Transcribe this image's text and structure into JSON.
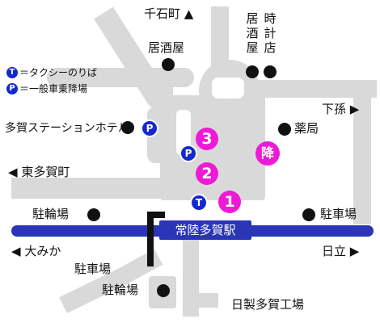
{
  "station_name": "常陸多賀駅",
  "directions": {
    "north": "千石町",
    "west_upper": "東多賀町",
    "west_lower": "大みか",
    "east_upper": "下孫",
    "east_lower": "日立"
  },
  "landmarks": {
    "izakaya": "居酒屋",
    "clock_shop": "時計店",
    "izakaya_2": "居酒屋",
    "hotel": "多賀ステーションホテル",
    "pharmacy": "薬局",
    "bicycle_parking_west": "駐輪場",
    "parking_east": "駐車場",
    "parking_south": "駐車場",
    "bicycle_parking_south": "駐輪場",
    "factory": "日製多賀工場"
  },
  "legend": {
    "taxi": "＝タクシーのりば",
    "parking": "＝一般車乗降場"
  },
  "icons": {
    "taxi": "T",
    "parking": "P"
  },
  "stops": {
    "one": "1",
    "two": "2",
    "three": "3",
    "alight": "降"
  },
  "arrows": {
    "up": "▲",
    "left": "◀",
    "right": "▶"
  },
  "colors": {
    "road": "#d9d9d9",
    "railway": "#2a35b7",
    "stop_marker": "#ee1ad6",
    "legend_icon": "#1428d2",
    "landmark_dot": "#111111"
  }
}
